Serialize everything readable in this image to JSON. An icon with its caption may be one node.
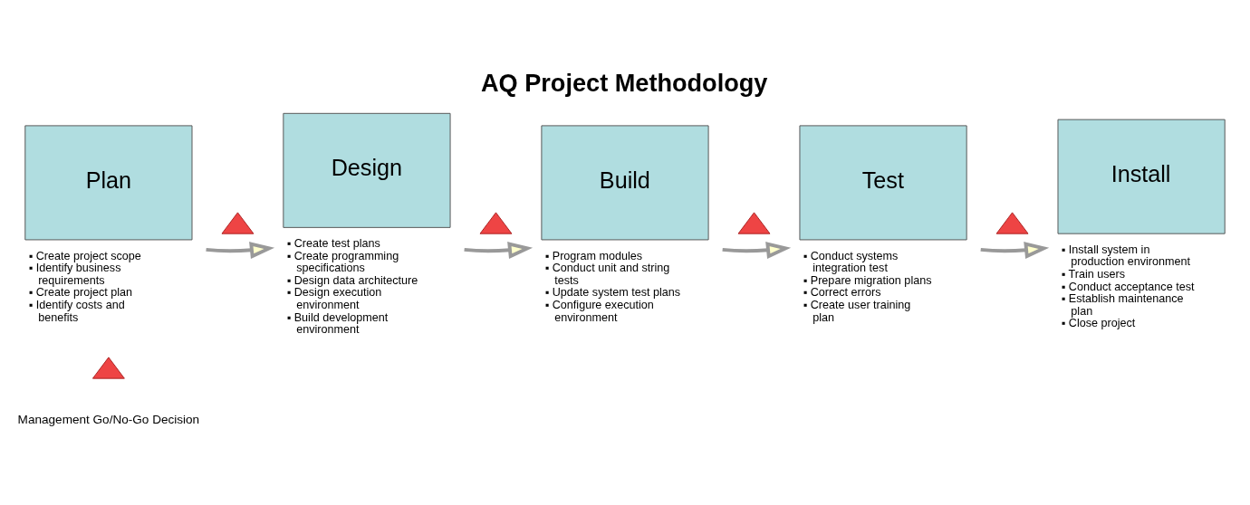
{
  "diagram": {
    "title": "AQ Project Methodology",
    "nodes": [
      {
        "text": [
          "Plan"
        ],
        "beside": [
          "▪ Create project scope",
          "▪ Identify business requirements",
          "▪ Create project plan",
          "▪ Identify costs and benefits"
        ]
      },
      {
        "text": [],
        "shape": "triangle"
      },
      {
        "text": [
          "Design"
        ],
        "beside": [
          "▪ Create test plans",
          "▪ Create programming specifications",
          "▪ Design data architecture",
          "▪ Design execution environment",
          "▪ Build development environment"
        ]
      },
      {
        "text": [],
        "shape": "triangle"
      },
      {
        "text": [
          "Build"
        ],
        "beside": [
          "▪ Program modules",
          "▪ Conduct unit and string tests",
          "▪ Update system test plans",
          "▪ Configure execution environment"
        ]
      },
      {
        "text": [],
        "shape": "triangle"
      },
      {
        "text": [
          "Test"
        ],
        "beside": [
          "▪ Conduct systems integration test",
          "▪ Prepare migration plans",
          "▪ Correct errors",
          "▪ Create user training plan"
        ]
      },
      {
        "text": [],
        "shape": "triangle"
      },
      {
        "text": [
          "Install"
        ],
        "beside": [
          "▪ Install system in production environment",
          "▪ Train users",
          "▪ Conduct acceptance test",
          "▪ Establish maintenance plan",
          "▪ Close project"
        ]
      },
      {
        "text": [],
        "shape": "triangle"
      }
    ],
    "edges": [
      {
        "from": 0,
        "to": 2,
        "arrow": "to"
      },
      {
        "from": 2,
        "to": 4,
        "arrow": "to"
      },
      {
        "from": 4,
        "to": 6,
        "arrow": "to"
      },
      {
        "from": 6,
        "to": 8,
        "arrow": "to"
      }
    ],
    "legend": [
      {
        "text": "Management Go/No-Go Decision"
      }
    ]
  }
}
